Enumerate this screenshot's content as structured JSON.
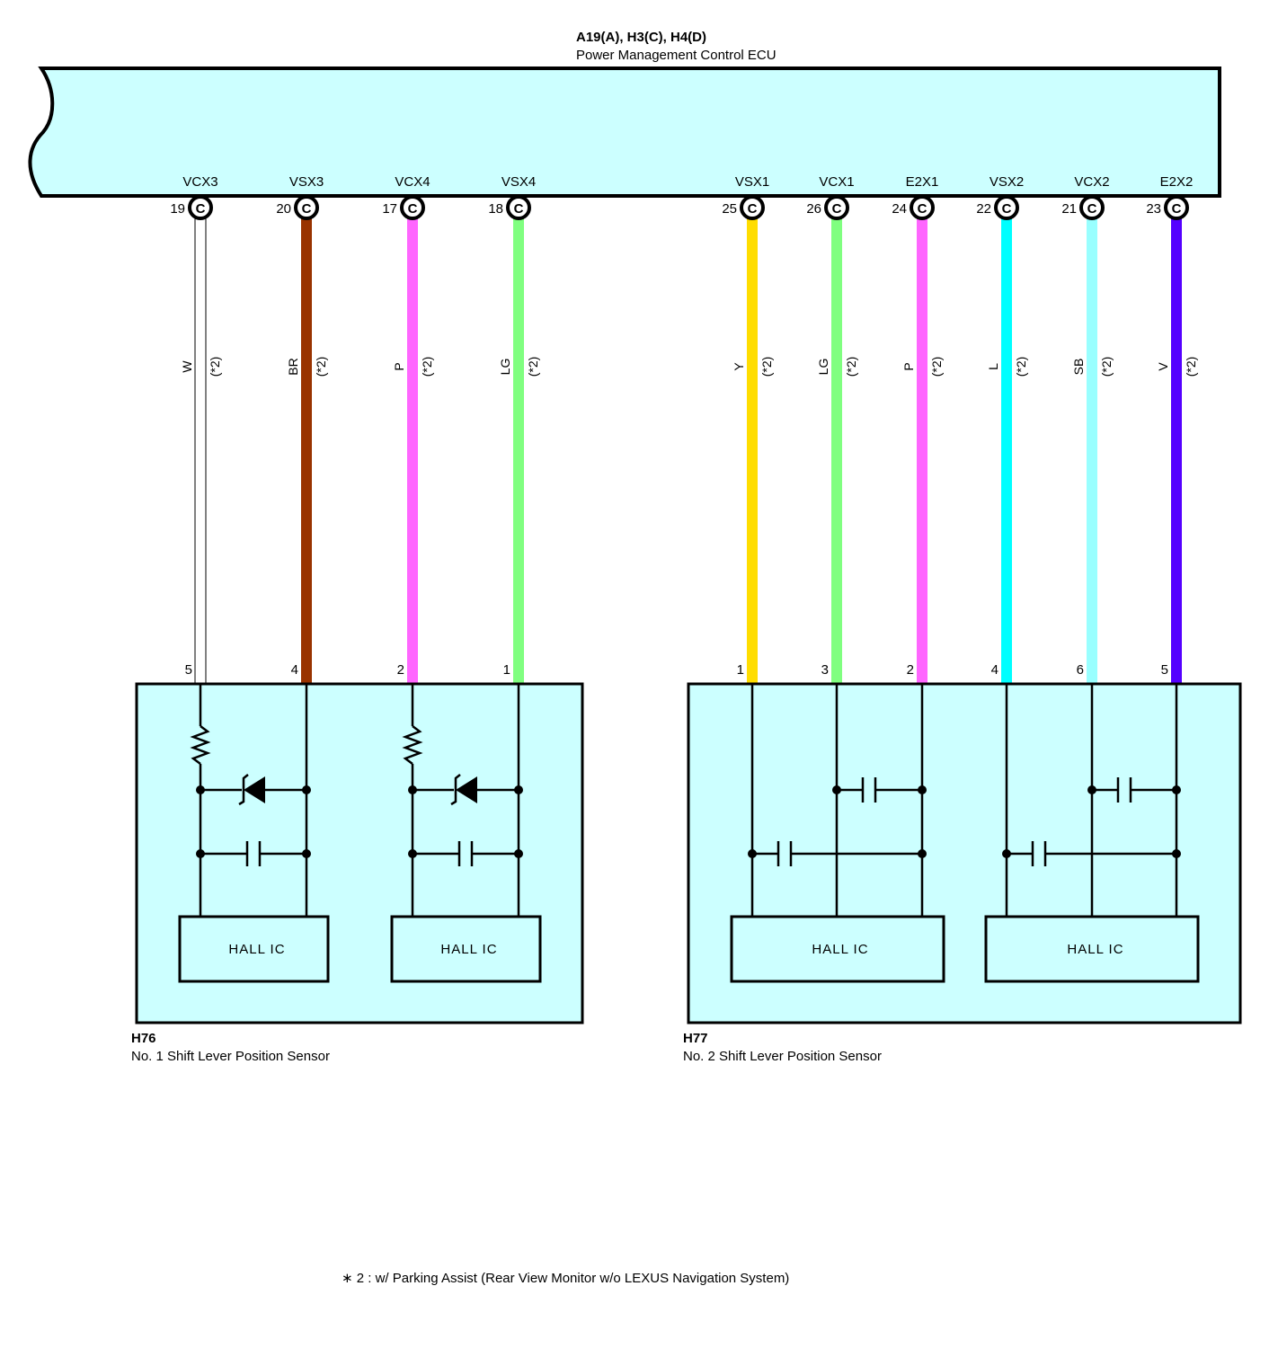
{
  "ecu": {
    "connectors": "A19(A), H3(C), H4(D)",
    "name": "Power Management Control ECU",
    "connector_letter": "C",
    "note_marker": "(*2)"
  },
  "wires": [
    {
      "terminal": "VCX3",
      "ecu_pin": "19",
      "color_code": "W",
      "color": "#ffffff",
      "sensor_pin": "5",
      "sensor": "H76"
    },
    {
      "terminal": "VSX3",
      "ecu_pin": "20",
      "color_code": "BR",
      "color": "#993300",
      "sensor_pin": "4",
      "sensor": "H76"
    },
    {
      "terminal": "VCX4",
      "ecu_pin": "17",
      "color_code": "P",
      "color": "#ff66ff",
      "sensor_pin": "2",
      "sensor": "H76"
    },
    {
      "terminal": "VSX4",
      "ecu_pin": "18",
      "color_code": "LG",
      "color": "#80ff80",
      "sensor_pin": "1",
      "sensor": "H76"
    },
    {
      "terminal": "VSX1",
      "ecu_pin": "25",
      "color_code": "Y",
      "color": "#ffdd00",
      "sensor_pin": "1",
      "sensor": "H77"
    },
    {
      "terminal": "VCX1",
      "ecu_pin": "26",
      "color_code": "LG",
      "color": "#80ff80",
      "sensor_pin": "3",
      "sensor": "H77"
    },
    {
      "terminal": "E2X1",
      "ecu_pin": "24",
      "color_code": "P",
      "color": "#ff66ff",
      "sensor_pin": "2",
      "sensor": "H77"
    },
    {
      "terminal": "VSX2",
      "ecu_pin": "22",
      "color_code": "L",
      "color": "#00ffff",
      "sensor_pin": "4",
      "sensor": "H77"
    },
    {
      "terminal": "VCX2",
      "ecu_pin": "21",
      "color_code": "SB",
      "color": "#99ffff",
      "sensor_pin": "6",
      "sensor": "H77"
    },
    {
      "terminal": "E2X2",
      "ecu_pin": "23",
      "color_code": "V",
      "color": "#5500ff",
      "sensor_pin": "5",
      "sensor": "H77"
    }
  ],
  "sensors": [
    {
      "id": "H76",
      "name": "No.  1 Shift Lever Position Sensor",
      "hall_labels": [
        "HALL IC",
        "HALL IC"
      ]
    },
    {
      "id": "H77",
      "name": "No.  2 Shift Lever Position Sensor",
      "hall_labels": [
        "HALL IC",
        "HALL IC"
      ]
    }
  ],
  "footnote": "∗ 2 : w/ Parking Assist (Rear View Monitor w/o LEXUS Navigation System)",
  "colors": {
    "box_fill": "#ccffff",
    "outline": "#000000"
  }
}
